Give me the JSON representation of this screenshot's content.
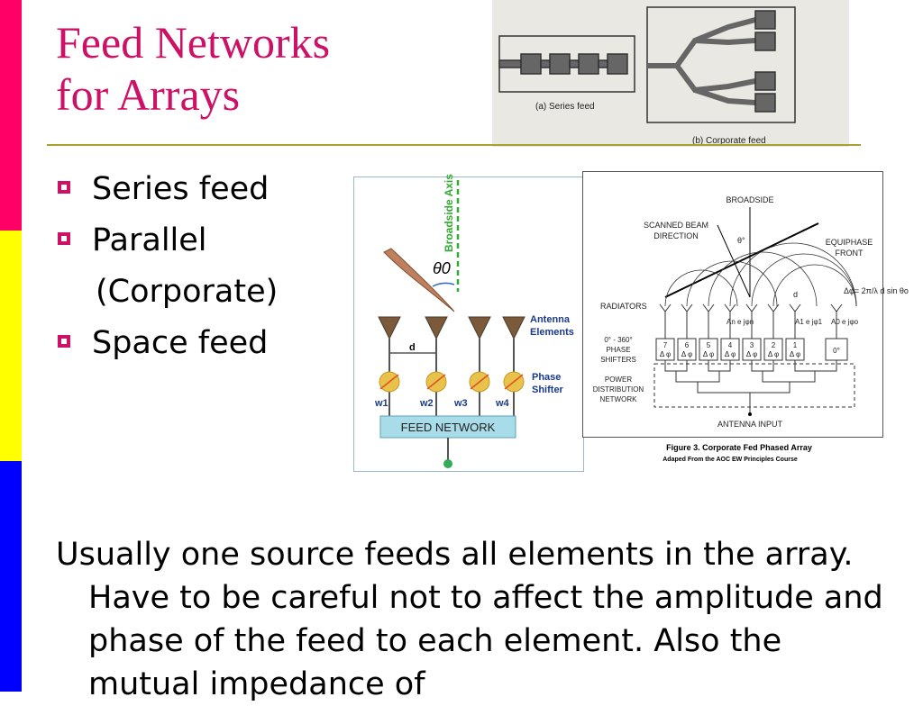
{
  "slide": {
    "title_line1": "Feed Networks",
    "title_line2": "for Arrays",
    "colors": {
      "title": "#cc1166",
      "strip_top": "#ff0066",
      "strip_mid": "#ffff00",
      "strip_bottom": "#0000ff",
      "rule": "#a8a030"
    }
  },
  "bullets": {
    "b1": "Series feed",
    "b2": "Parallel",
    "b2_cont": "(Corporate)",
    "b3": "Space feed"
  },
  "body": {
    "paragraph": "Usually one source feeds all elements in the array.  Have to be careful not to affect the amplitude and phase of the feed to each element.  Also the mutual impedance of"
  },
  "figure_feeds": {
    "series_caption": "(a) Series feed",
    "corporate_caption": "(b) Corporate feed"
  },
  "figure_antenna": {
    "axis_label": "Broadside Axis",
    "theta": "θ0",
    "d_label": "d",
    "antenna_label_1": "Antenna",
    "antenna_label_2": "Elements",
    "phase_label_1": "Phase",
    "phase_label_2": "Shifter",
    "w1": "w1",
    "w2": "w2",
    "w3": "w3",
    "w4": "w4",
    "feed_network": "FEED NETWORK"
  },
  "figure_phased": {
    "broadside": "BROADSIDE",
    "scanned_1": "SCANNED BEAM",
    "scanned_2": "DIRECTION",
    "theta": "θ°",
    "equiphase_1": "EQUIPHASE",
    "equiphase_2": "FRONT",
    "delta_phi_formula": "Δφ= 2π/λ d sin θo",
    "radiators": "RADIATORS",
    "d": "d",
    "an": "An e jφn",
    "a1": "A1 e jφ1",
    "a0": "A0 e jφo",
    "shifters_1": "0° - 360°",
    "shifters_2": "PHASE",
    "shifters_3": "SHIFTERS",
    "power_1": "POWER",
    "power_2": "DISTRIBUTION",
    "power_3": "NETWORK",
    "antenna_input": "ANTENNA INPUT",
    "shifter_nums": [
      "7",
      "6",
      "5",
      "4",
      "3",
      "2",
      "1"
    ],
    "delta_phi": "Δ φ",
    "zero": "0°",
    "caption": "Figure 3.  Corporate Fed Phased Array",
    "subcaption": "Adaped From the AOC EW Principles Course"
  }
}
